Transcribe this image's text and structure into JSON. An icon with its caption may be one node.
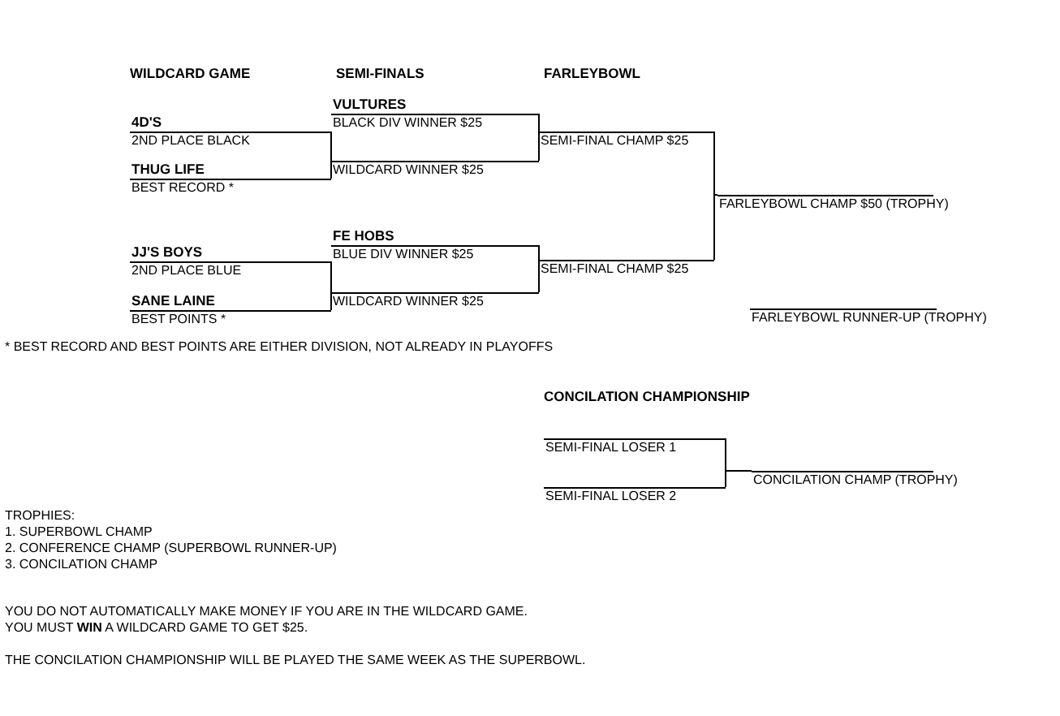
{
  "diagram": {
    "nodes": [
      {
        "text": [
          "4D'S",
          "2ND PLACE BLACK"
        ]
      },
      {
        "text": [
          "THUG LIFE",
          "BEST RECORD *"
        ]
      },
      {
        "text": [
          "VULTURES",
          "BLACK DIV WINNER $25"
        ]
      },
      {
        "text": [
          "WILDCARD WINNER $25"
        ]
      },
      {
        "text": [
          "JJ'S BOYS",
          "2ND PLACE BLUE"
        ]
      },
      {
        "text": [
          "SANE LAINE",
          "BEST POINTS *"
        ]
      },
      {
        "text": [
          "FE HOBS",
          "BLUE DIV WINNER $25"
        ]
      },
      {
        "text": [
          "WILDCARD WINNER $25"
        ]
      },
      {
        "text": [
          "SEMI-FINAL CHAMP $25"
        ]
      },
      {
        "text": [
          "SEMI-FINAL CHAMP $25"
        ]
      },
      {
        "text": [
          "FARLEYBOWL CHAMP $50 (TROPHY)"
        ]
      },
      {
        "text": [
          "FARLEYBOWL RUNNER-UP (TROPHY)"
        ]
      },
      {
        "text": [
          "SEMI-FINAL LOSER 1"
        ]
      },
      {
        "text": [
          "SEMI-FINAL LOSER 2"
        ]
      },
      {
        "text": [
          "CONCILATION CHAMP (TROPHY)"
        ]
      }
    ],
    "edges": [
      {
        "from": 0,
        "to": 3,
        "arrow": "none"
      },
      {
        "from": 1,
        "to": 3,
        "arrow": "none"
      },
      {
        "from": 2,
        "to": 8,
        "arrow": "none"
      },
      {
        "from": 3,
        "to": 8,
        "arrow": "none"
      },
      {
        "from": 4,
        "to": 7,
        "arrow": "none"
      },
      {
        "from": 5,
        "to": 7,
        "arrow": "none"
      },
      {
        "from": 6,
        "to": 9,
        "arrow": "none"
      },
      {
        "from": 7,
        "to": 9,
        "arrow": "none"
      },
      {
        "from": 8,
        "to": 10,
        "arrow": "none"
      },
      {
        "from": 9,
        "to": 10,
        "arrow": "none"
      },
      {
        "from": 12,
        "to": 14,
        "arrow": "none"
      },
      {
        "from": 13,
        "to": 14,
        "arrow": "none"
      }
    ],
    "labels": [
      "WILDCARD GAME",
      "SEMI-FINALS",
      "FARLEYBOWL",
      "* BEST RECORD AND BEST POINTS ARE EITHER DIVISION, NOT ALREADY IN PLAYOFFS",
      "CONCILATION CHAMPIONSHIP",
      "TROPHIES:",
      "1.  SUPERBOWL CHAMP",
      "2. CONFERENCE CHAMP (SUPERBOWL RUNNER-UP)",
      "3. CONCILATION CHAMP",
      "YOU DO NOT AUTOMATICALLY MAKE MONEY IF YOU ARE IN THE WILDCARD GAME.",
      "YOU MUST **WIN** A WILDCARD GAME TO GET $25.",
      "THE CONCILATION CHAMPIONSHIP WILL BE PLAYED THE SAME WEEK AS THE SUPERBOWL."
    ]
  }
}
